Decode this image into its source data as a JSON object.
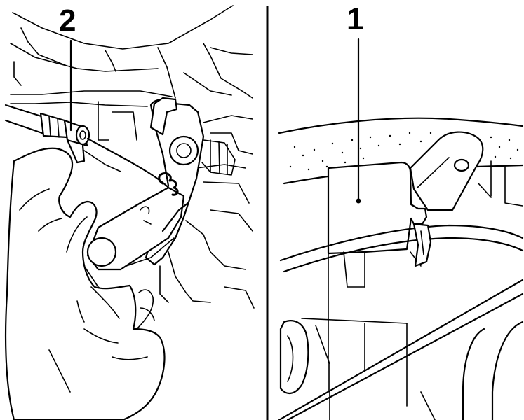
{
  "figure": {
    "panels": [
      {
        "id": "left",
        "callout": "2"
      },
      {
        "id": "right",
        "callout": "1"
      }
    ]
  }
}
